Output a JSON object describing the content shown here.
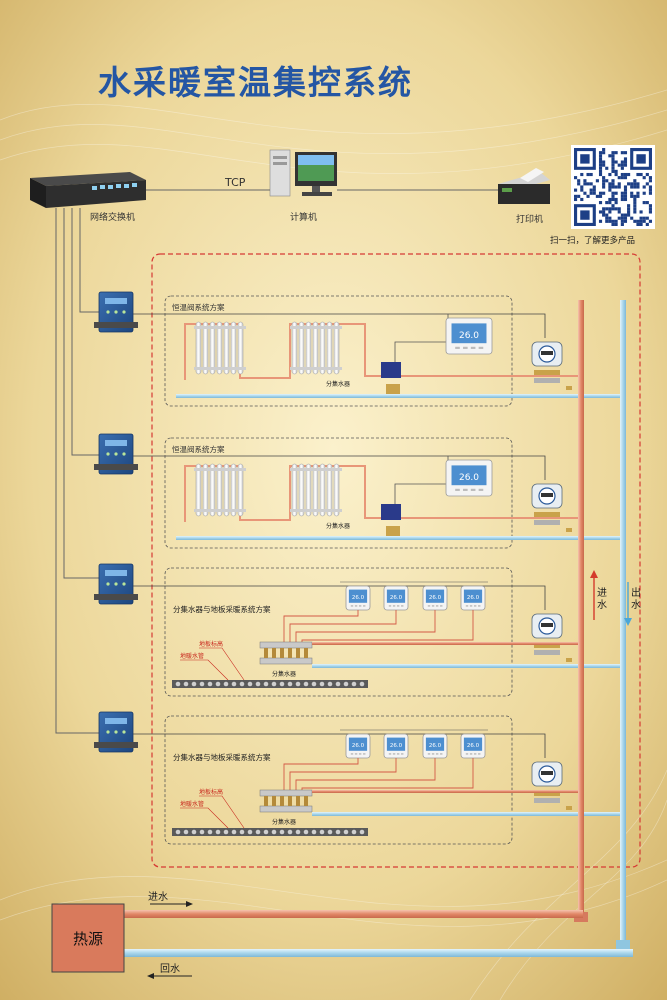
{
  "title": "水采暖室温集控系统",
  "devices": {
    "switch_label": "网络交换机",
    "computer_label": "计算机",
    "printer_label": "打印机",
    "tcp_label": "TCP"
  },
  "qr_caption": "扫一扫，了解更多产品",
  "sections": [
    {
      "label": "恒温阀系统方案",
      "manifold_label": "分集水器"
    },
    {
      "label": "恒温阀系统方案",
      "manifold_label": "分集水器"
    },
    {
      "label": "分集水器与地板采暖系统方案",
      "manifold_label": "分集水器",
      "heat_label": "地板标高",
      "pipe_label": "地暖水管"
    },
    {
      "label": "分集水器与地板采暖系统方案",
      "manifold_label": "分集水器",
      "heat_label": "地板标高",
      "pipe_label": "地暖水管"
    }
  ],
  "thermostat_display": "26.0",
  "riser": {
    "supply_label": "进水",
    "return_label": "出水"
  },
  "heat_source": {
    "label": "热源",
    "supply_label": "进水",
    "return_label": "回水"
  },
  "colors": {
    "supply_pipe": "#e89678",
    "return_pipe": "#a9d6ec",
    "frame_dashed": "#d63a34",
    "title": "#2456a4",
    "heat_source_fill": "#d97a5c"
  }
}
